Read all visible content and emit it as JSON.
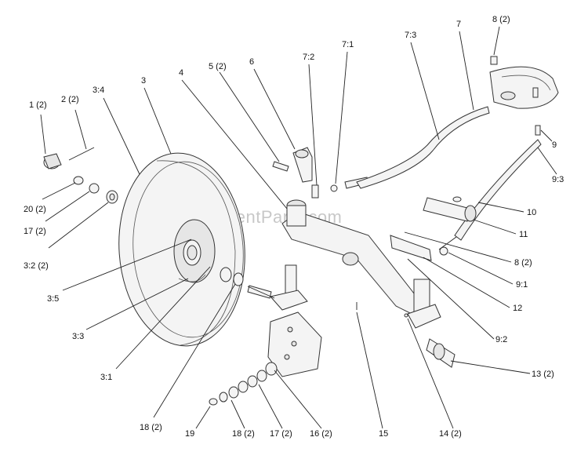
{
  "watermark": "eReplacementParts.com",
  "callouts": [
    {
      "id": "c-1-2",
      "text": "1 (2)"
    },
    {
      "id": "c-2-2",
      "text": "2 (2)"
    },
    {
      "id": "c-3-4",
      "text": "3:4"
    },
    {
      "id": "c-3",
      "text": "3"
    },
    {
      "id": "c-4",
      "text": "4"
    },
    {
      "id": "c-5-2",
      "text": "5 (2)"
    },
    {
      "id": "c-6",
      "text": "6"
    },
    {
      "id": "c-7-2",
      "text": "7:2"
    },
    {
      "id": "c-7-1",
      "text": "7:1"
    },
    {
      "id": "c-7-3",
      "text": "7:3"
    },
    {
      "id": "c-7",
      "text": "7"
    },
    {
      "id": "c-8-2-top",
      "text": "8 (2)"
    },
    {
      "id": "c-9",
      "text": "9"
    },
    {
      "id": "c-9-3",
      "text": "9:3"
    },
    {
      "id": "c-10",
      "text": "10"
    },
    {
      "id": "c-11",
      "text": "11"
    },
    {
      "id": "c-8-2-mid",
      "text": "8 (2)"
    },
    {
      "id": "c-9-1",
      "text": "9:1"
    },
    {
      "id": "c-12",
      "text": "12"
    },
    {
      "id": "c-9-2",
      "text": "9:2"
    },
    {
      "id": "c-13-2",
      "text": "13 (2)"
    },
    {
      "id": "c-14-2",
      "text": "14 (2)"
    },
    {
      "id": "c-15",
      "text": "15"
    },
    {
      "id": "c-16-2",
      "text": "16 (2)"
    },
    {
      "id": "c-17-2-bot",
      "text": "17 (2)"
    },
    {
      "id": "c-18-2-bot",
      "text": "18 (2)"
    },
    {
      "id": "c-19",
      "text": "19"
    },
    {
      "id": "c-18-2-left",
      "text": "18 (2)"
    },
    {
      "id": "c-3-1",
      "text": "3:1"
    },
    {
      "id": "c-3-3",
      "text": "3:3"
    },
    {
      "id": "c-3-5",
      "text": "3:5"
    },
    {
      "id": "c-3-2-2",
      "text": "3:2 (2)"
    },
    {
      "id": "c-17-2-left",
      "text": "17 (2)"
    },
    {
      "id": "c-20-2",
      "text": "20 (2)"
    }
  ]
}
